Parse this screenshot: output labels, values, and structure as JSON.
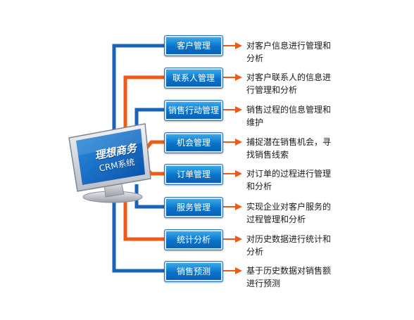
{
  "monitor": {
    "title": "理想商务",
    "subtitle": "CRM系统"
  },
  "colors": {
    "blue_line": "#1b63b8",
    "orange_line": "#ef5a19",
    "arrow": "#ef5a19",
    "module_fill": "#0a72c9"
  },
  "modules": [
    {
      "label": "客户管理",
      "desc_line1": "对客户信息进行管理和",
      "desc_line2": "分析",
      "line_color": "blue"
    },
    {
      "label": "联系人管理",
      "desc_line1": "对客户联系人的信息进",
      "desc_line2": "行管理和分析",
      "line_color": "orange"
    },
    {
      "label": "销售行动管理",
      "desc_line1": "销售过程的信息管理和",
      "desc_line2": "维护",
      "line_color": "blue"
    },
    {
      "label": "机会管理",
      "desc_line1": "捕捉潜在销售机会，寻",
      "desc_line2": "找销售线索",
      "line_color": "orange"
    },
    {
      "label": "订单管理",
      "desc_line1": "对订单的过程进行管理",
      "desc_line2": "和分析",
      "line_color": "orange"
    },
    {
      "label": "服务管理",
      "desc_line1": "实现企业对客户服务的",
      "desc_line2": "过程管理和分析",
      "line_color": "blue"
    },
    {
      "label": "统计分析",
      "desc_line1": "对历史数据进行统计和",
      "desc_line2": "分析",
      "line_color": "orange"
    },
    {
      "label": "销售预测",
      "desc_line1": "基于历史数据对销售额",
      "desc_line2": "进行预测",
      "line_color": "blue"
    }
  ]
}
